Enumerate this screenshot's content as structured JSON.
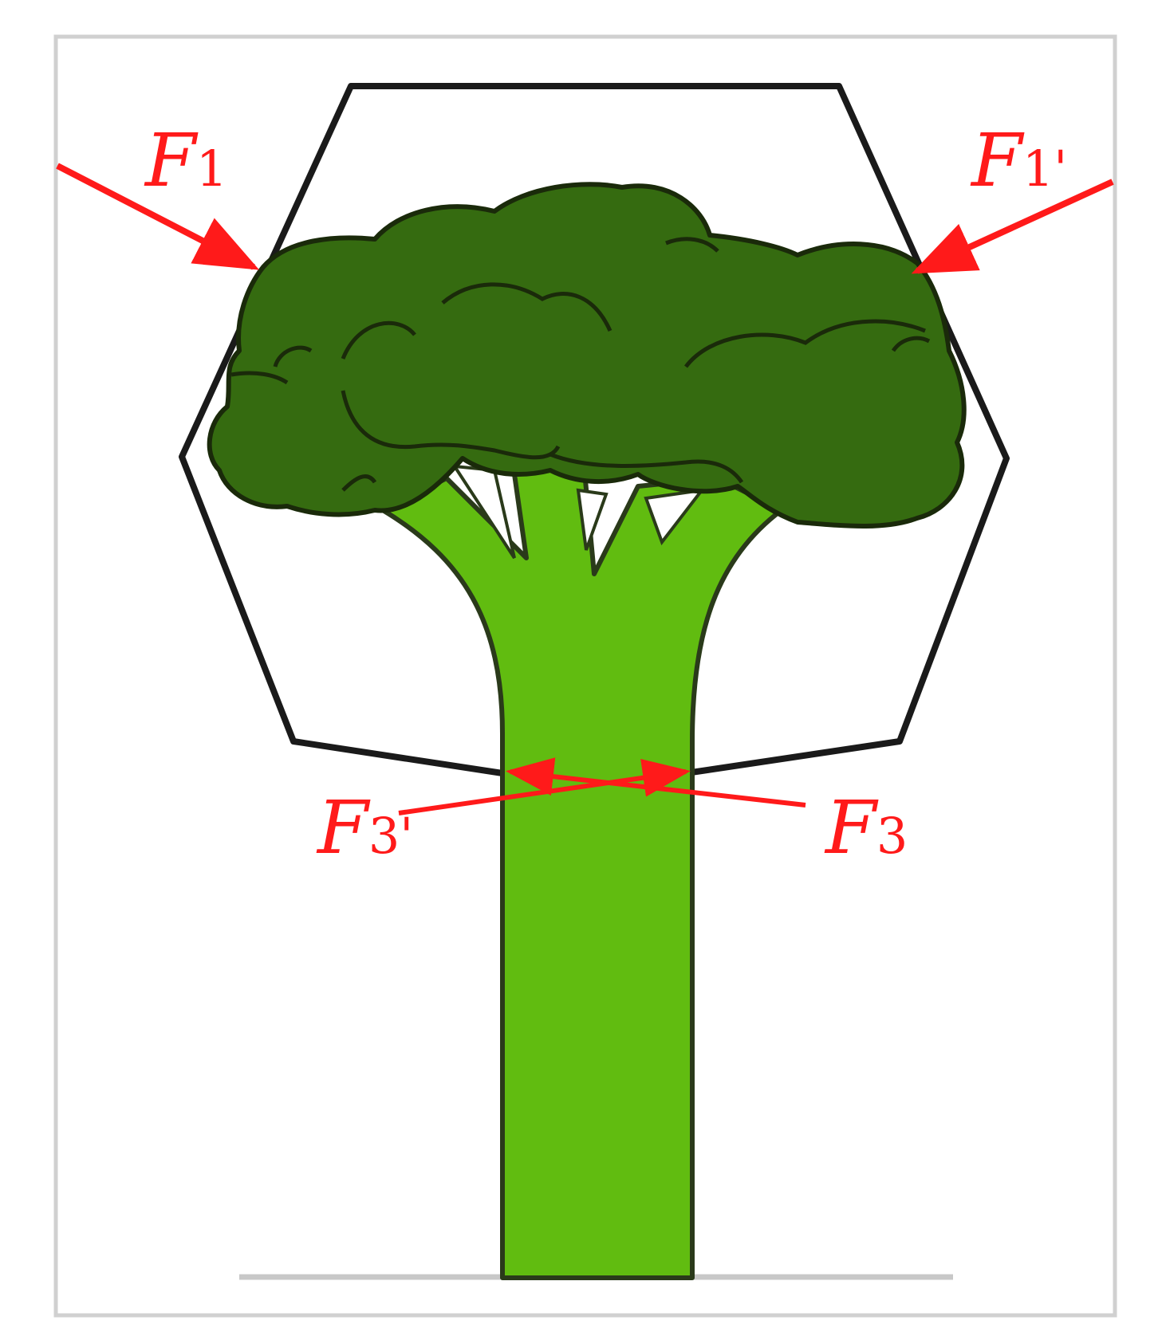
{
  "labels": {
    "f1_main": "F",
    "f1_sub": "1",
    "f1p_main": "F",
    "f1p_sub": "1'",
    "f3_main": "F",
    "f3_sub": "3",
    "f3p_main": "F",
    "f3p_sub": "3'"
  },
  "colors": {
    "force": "#ff1a1a",
    "stem": "#61bc10",
    "florets": "#356b10",
    "outline": "#1a1a1a",
    "frame": "#cccccc"
  },
  "icons": [
    "broccoli-icon",
    "hexagon-clamp-icon",
    "force-arrow-icon"
  ]
}
